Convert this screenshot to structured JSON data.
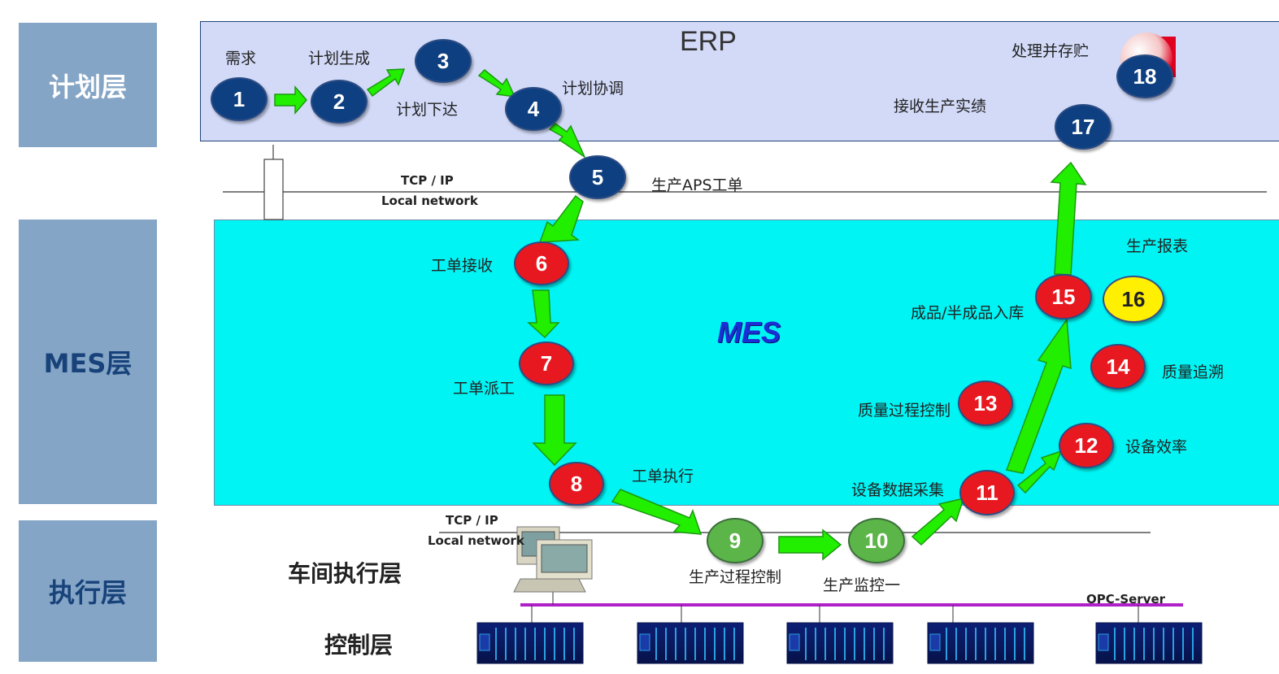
{
  "layers": {
    "plan": "计划层",
    "mes": "MES层",
    "exec": "执行层"
  },
  "titles": {
    "erp": "ERP",
    "mes": "MES"
  },
  "network": {
    "upper_proto": "TCP / IP",
    "upper_net": "Local network",
    "lower_proto": "TCP / IP",
    "lower_net": "Local network",
    "opc": "OPC-Server"
  },
  "levels": {
    "workshop": "车间执行层",
    "control": "控制层"
  },
  "nodes": [
    {
      "num": "1",
      "color": "blue",
      "label": "需求"
    },
    {
      "num": "2",
      "color": "blue",
      "label": "计划生成"
    },
    {
      "num": "3",
      "color": "blue",
      "label": "计划下达"
    },
    {
      "num": "4",
      "color": "blue",
      "label": "计划协调"
    },
    {
      "num": "5",
      "color": "blue",
      "label": "生产APS工单"
    },
    {
      "num": "6",
      "color": "red",
      "label": "工单接收"
    },
    {
      "num": "7",
      "color": "red",
      "label": "工单派工"
    },
    {
      "num": "8",
      "color": "red",
      "label": "工单执行"
    },
    {
      "num": "9",
      "color": "green",
      "label": "生产过程控制"
    },
    {
      "num": "10",
      "color": "green",
      "label": "生产监控一"
    },
    {
      "num": "11",
      "color": "red",
      "label": "设备数据采集"
    },
    {
      "num": "12",
      "color": "red",
      "label": "设备效率"
    },
    {
      "num": "13",
      "color": "red",
      "label": "质量过程控制"
    },
    {
      "num": "14",
      "color": "red",
      "label": "质量追溯"
    },
    {
      "num": "15",
      "color": "red",
      "label": "成品/半成品入库"
    },
    {
      "num": "16",
      "color": "yellow",
      "label": "生产报表"
    },
    {
      "num": "17",
      "color": "blue",
      "label": "接收生产实绩"
    },
    {
      "num": "18",
      "color": "blue",
      "label": "处理并存贮"
    }
  ],
  "colors": {
    "blue_node": "#0e3f80",
    "red_node": "#e81820",
    "green_node": "#5cb548",
    "yellow_node": "#ffef00",
    "arrow": "#22ee00",
    "erp_band": "#d2daf8",
    "mes_band": "#00f4f4",
    "sidebar": "#85a5c6",
    "opc_bus": "#b020c8"
  }
}
